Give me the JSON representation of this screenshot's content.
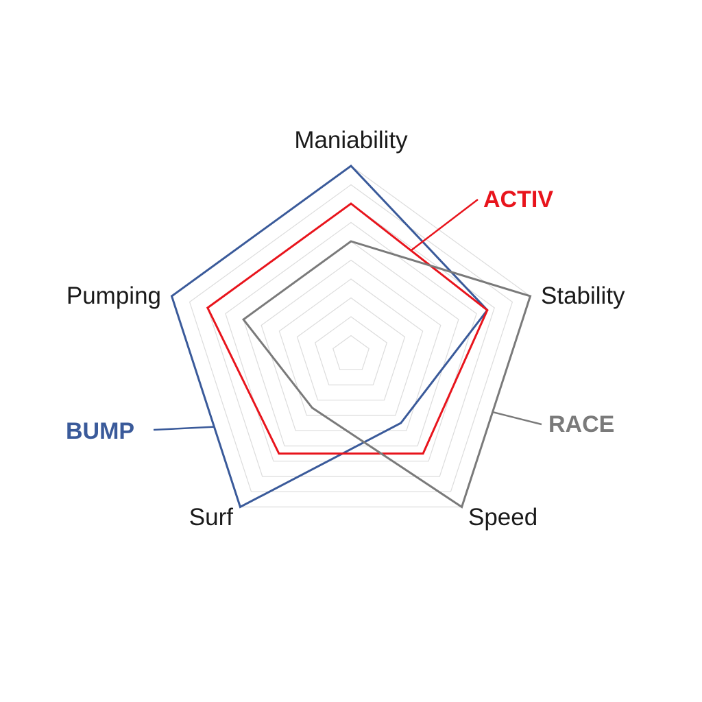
{
  "chart_data": {
    "type": "radar",
    "axes": [
      "Maniability",
      "Stability",
      "Speed",
      "Surf",
      "Pumping"
    ],
    "range": [
      0,
      10
    ],
    "grid_levels": 10,
    "grid": true,
    "series": [
      {
        "name": "BUMP",
        "color": "#3a5a9a",
        "values": [
          10,
          7.6,
          4.5,
          10,
          10
        ]
      },
      {
        "name": "ACTIV",
        "color": "#e8141c",
        "values": [
          8,
          7.6,
          6.5,
          6.5,
          8
        ]
      },
      {
        "name": "RACE",
        "color": "#7a7a7a",
        "values": [
          6,
          10,
          10,
          3.5,
          6
        ]
      }
    ]
  }
}
